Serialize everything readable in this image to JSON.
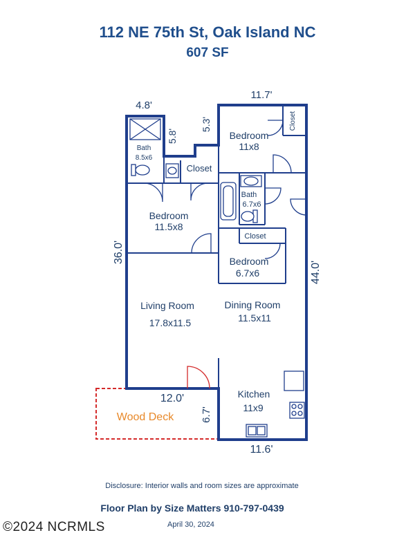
{
  "header": {
    "address": "112 NE 75th St, Oak Island NC",
    "area": "607 SF"
  },
  "rooms": {
    "bath1": {
      "name": "Bath",
      "size": "8.5x6"
    },
    "closet1": {
      "name": "Closet"
    },
    "closet_top_right": {
      "name": "Closet"
    },
    "bedroom1": {
      "name": "Bedroom",
      "size": "11x8"
    },
    "bath2": {
      "name": "Bath",
      "size": "6.7x6"
    },
    "bedroom2": {
      "name": "Bedroom",
      "size": "11.5x8"
    },
    "closet2": {
      "name": "Closet"
    },
    "bedroom3": {
      "name": "Bedroom",
      "size": "6.7x6"
    },
    "living": {
      "name": "Living Room",
      "size": "17.8x11.5"
    },
    "dining": {
      "name": "Dining Room",
      "size": "11.5x11"
    },
    "kitchen": {
      "name": "Kitchen",
      "size": "11x9"
    },
    "deck": {
      "name": "Wood Deck"
    }
  },
  "dimensions": {
    "top_left": "4.8'",
    "top_right": "11.7'",
    "step1": "5.8'",
    "step2": "5.3'",
    "left": "36.0'",
    "right": "44.0'",
    "deck_width": "12.0'",
    "deck_depth": "6.7'",
    "bottom": "11.6'"
  },
  "footer": {
    "disclosure": "Disclosure: Interior walls and room sizes are approximate",
    "credit": "Floor Plan by Size Matters  910-797-0439",
    "date": "April 30, 2024"
  },
  "watermark": "©2024 NCRMLS",
  "colors": {
    "wall": "#1f3e8c",
    "text": "#1f3e68",
    "deck_outline": "#d42a2a",
    "deck_label": "#e8892a",
    "door_swing_exterior": "#d42a2a"
  }
}
